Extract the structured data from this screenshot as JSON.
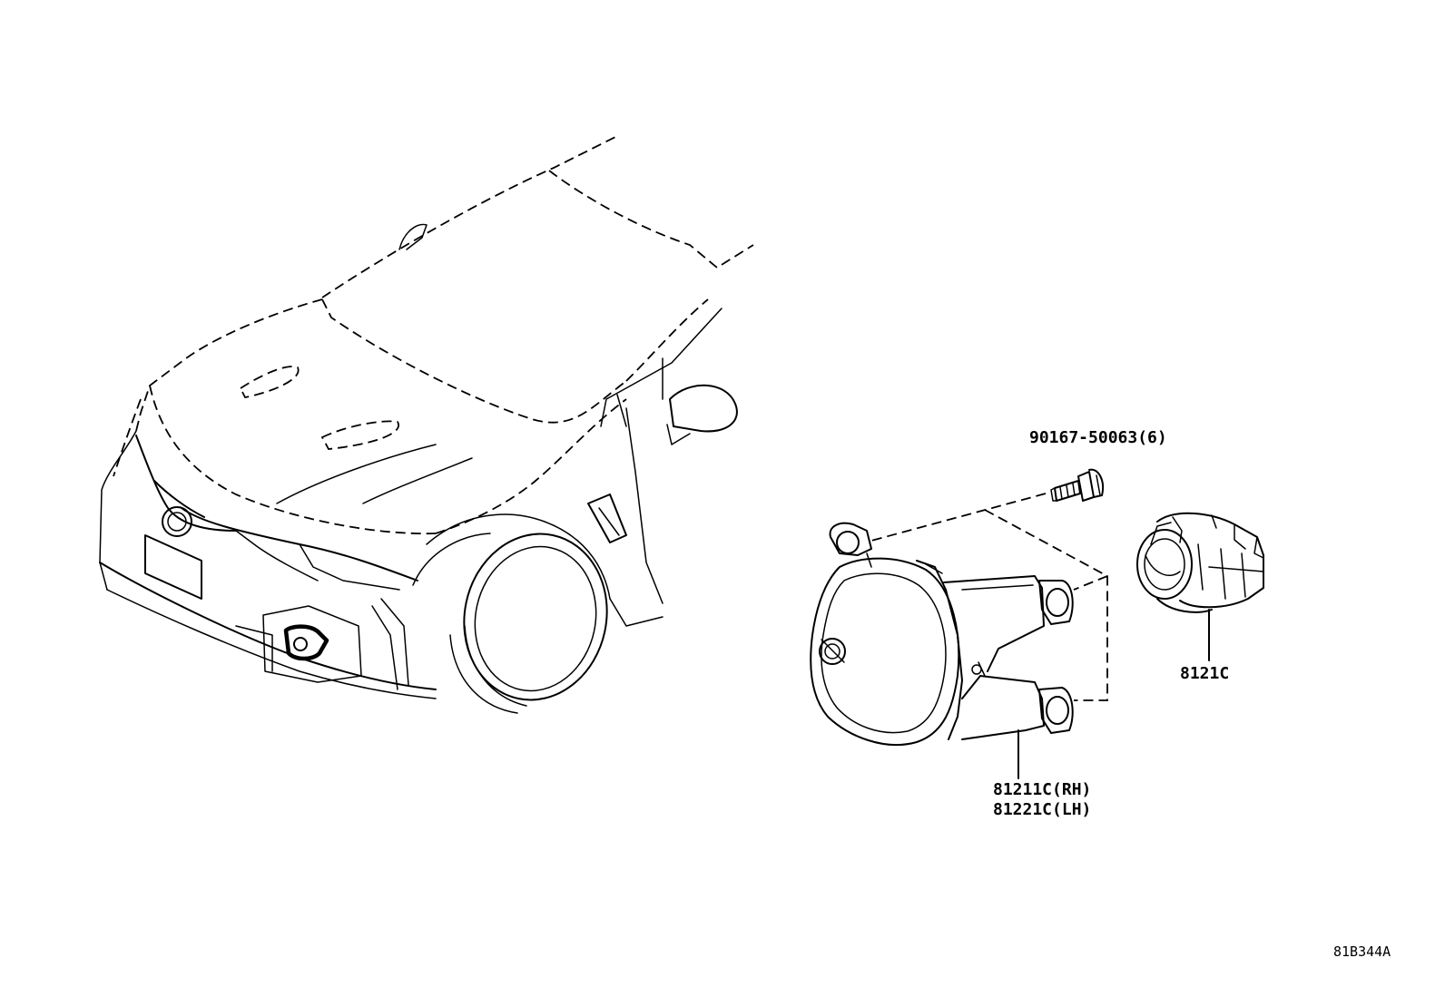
{
  "labels": {
    "bolt": "90167-50063(6)",
    "socket": "8121C",
    "fog_lamp_rh": "81211C(RH)",
    "fog_lamp_lh": "81221C(LH)",
    "diagram_code": "81B344A"
  }
}
